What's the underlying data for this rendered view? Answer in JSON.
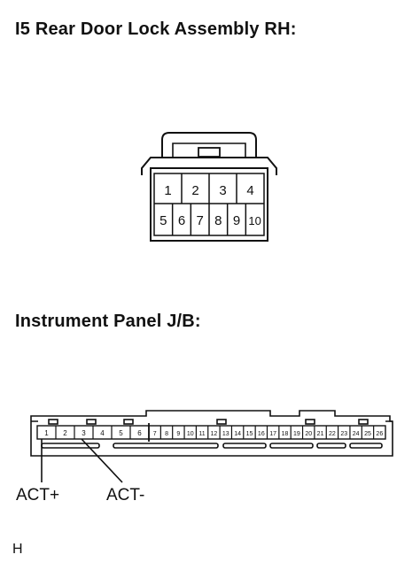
{
  "connector1": {
    "title": "I5 Rear Door Lock Assembly RH:",
    "pins_top": [
      "1",
      "2",
      "3",
      "4"
    ],
    "pins_bottom": [
      "5",
      "6",
      "7",
      "8",
      "9",
      "10"
    ]
  },
  "connector2": {
    "title": "Instrument Panel J/B:",
    "pins": [
      "1",
      "2",
      "3",
      "4",
      "5",
      "6",
      "7",
      "8",
      "9",
      "10",
      "11",
      "12",
      "13",
      "14",
      "15",
      "16",
      "17",
      "18",
      "19",
      "20",
      "21",
      "22",
      "23",
      "24",
      "25",
      "26"
    ]
  },
  "labels": {
    "act_plus": "ACT+",
    "act_minus": "ACT-"
  },
  "figure_code": "H"
}
